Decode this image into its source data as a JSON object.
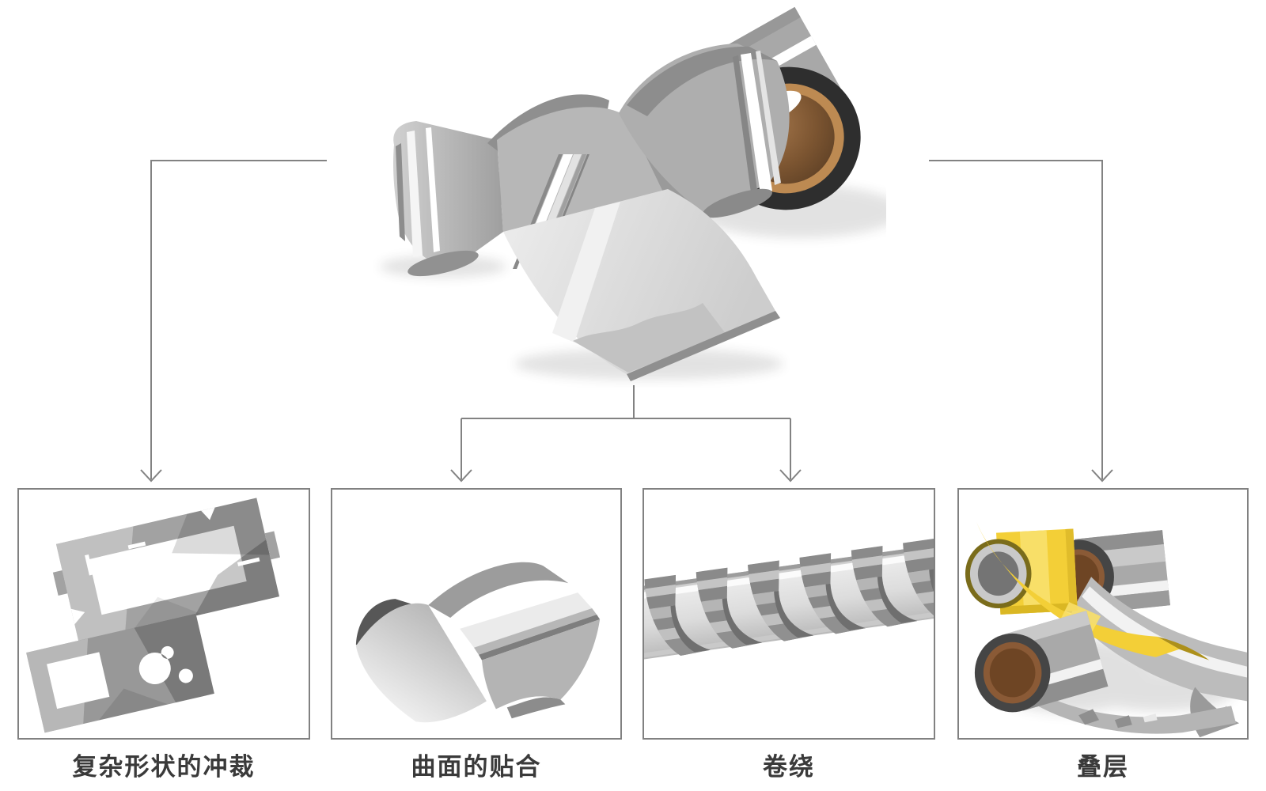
{
  "hero": {
    "icon": "foil-tape-roll-illustration"
  },
  "applications": [
    {
      "label": "复杂形状的冲裁",
      "icon": "die-cut-frames-illustration"
    },
    {
      "label": "曲面的贴合",
      "icon": "curved-surface-lamination-illustration"
    },
    {
      "label": "卷绕",
      "icon": "spiral-wound-rod-illustration"
    },
    {
      "label": "叠层",
      "icon": "stacked-tape-rolls-illustration"
    }
  ],
  "colors": {
    "connector": "#828282",
    "box_border": "#818181",
    "label_text": "#3a3a3a",
    "foil_silver": "#b7b7b7",
    "foil_highlight": "#ffffff",
    "core_tan": "#bd8a52",
    "core_brown": "#6e4524",
    "ring_dark": "#2e2e2e",
    "tape_yellow": "#f3cf37",
    "background": "#ffffff"
  }
}
